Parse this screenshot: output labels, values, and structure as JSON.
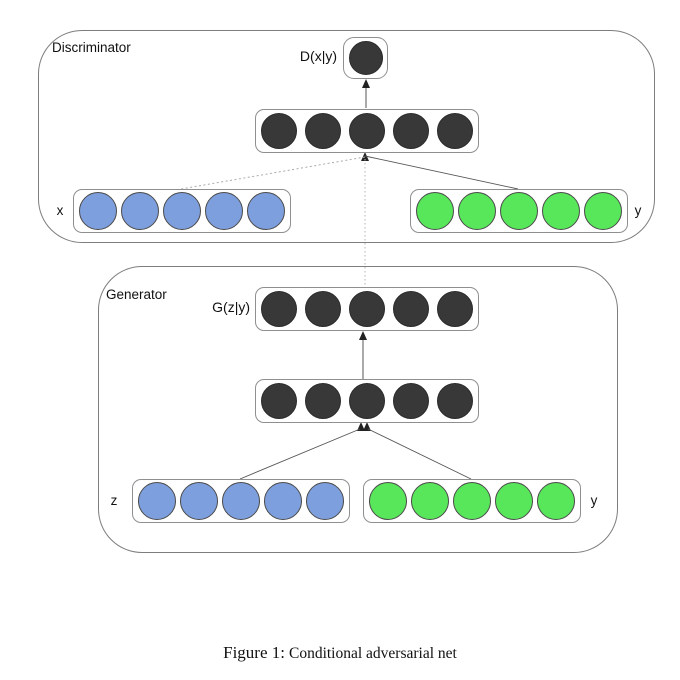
{
  "palette": {
    "dark": "#383838",
    "blue": "#7e9fde",
    "green": "#58e65a",
    "box_border": "#8f8f8f",
    "outer_border": "#7d7d7d",
    "solid_line": "#555555",
    "dotted_line": "#aaaaaa"
  },
  "discriminator": {
    "label": "Discriminator",
    "output_label": "D(x|y)",
    "output_nodes": 1,
    "hidden_nodes": 5,
    "inputs": [
      {
        "label": "x",
        "nodes": 5,
        "color": "blue"
      },
      {
        "label": "y",
        "nodes": 5,
        "color": "green"
      }
    ]
  },
  "generator": {
    "label": "Generator",
    "output_label": "G(z|y)",
    "output_nodes": 5,
    "hidden_nodes": 5,
    "inputs": [
      {
        "label": "z",
        "nodes": 5,
        "color": "blue"
      },
      {
        "label": "y",
        "nodes": 5,
        "color": "green"
      }
    ]
  },
  "caption": {
    "prefix": "Figure 1:",
    "text": "Conditional adversarial net"
  }
}
